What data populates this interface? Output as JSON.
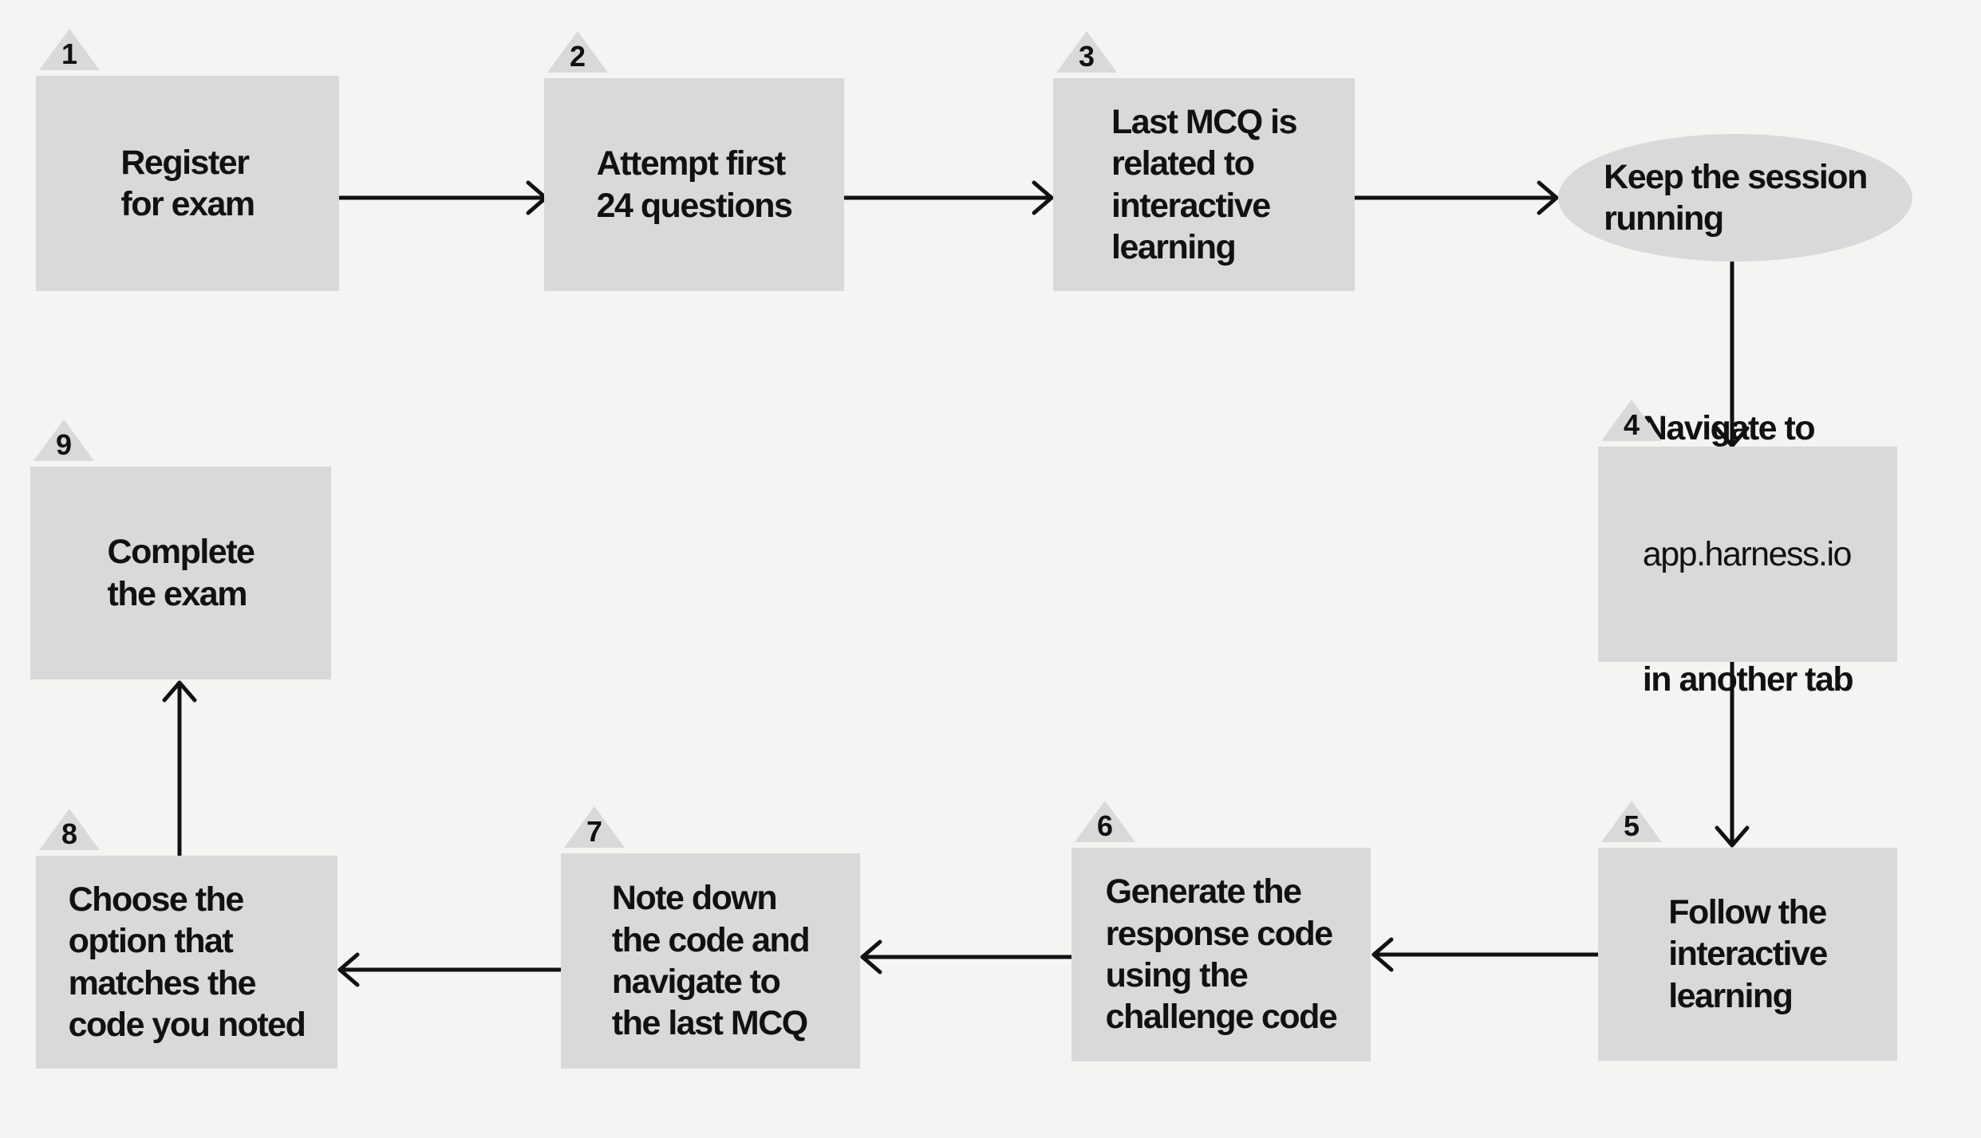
{
  "diagram": {
    "colors": {
      "bg": "#f4f4f2",
      "node-fill": "#d9d9d9",
      "ink": "#111111",
      "line": "#111111"
    },
    "nodes": [
      {
        "number": "1",
        "shape": "rectangle",
        "label": "Register\nfor exam"
      },
      {
        "number": "2",
        "shape": "rectangle",
        "label": "Attempt first\n24 questions"
      },
      {
        "number": "3",
        "shape": "rectangle",
        "label": "Last MCQ is\nrelated to\ninteractive\nlearning"
      },
      {
        "shape": "ellipse",
        "label": "Keep the session\nrunning"
      },
      {
        "number": "4",
        "shape": "rectangle",
        "lines": [
          "Navigate to",
          "app.harness.io",
          "in another tab"
        ]
      },
      {
        "number": "5",
        "shape": "rectangle",
        "label": "Follow the\ninteractive\nlearning"
      },
      {
        "number": "6",
        "shape": "rectangle",
        "label": "Generate the\nresponse code\nusing the\nchallenge code"
      },
      {
        "number": "7",
        "shape": "rectangle",
        "label": "Note down\nthe code and\nnavigate to\nthe last MCQ"
      },
      {
        "number": "8",
        "shape": "rectangle",
        "label": "Choose the\noption that\nmatches the\ncode you noted"
      },
      {
        "number": "9",
        "shape": "rectangle",
        "label": "Complete\nthe exam"
      }
    ],
    "connectors": [
      {
        "from": "step-1",
        "to": "step-2"
      },
      {
        "from": "step-2",
        "to": "step-3"
      },
      {
        "from": "step-3",
        "to": "keep-session-ellipse"
      },
      {
        "from": "keep-session-ellipse",
        "to": "step-4"
      },
      {
        "from": "step-4",
        "to": "step-5"
      },
      {
        "from": "step-5",
        "to": "step-6"
      },
      {
        "from": "step-6",
        "to": "step-7"
      },
      {
        "from": "step-7",
        "to": "step-8"
      },
      {
        "from": "step-8",
        "to": "step-9"
      }
    ]
  }
}
